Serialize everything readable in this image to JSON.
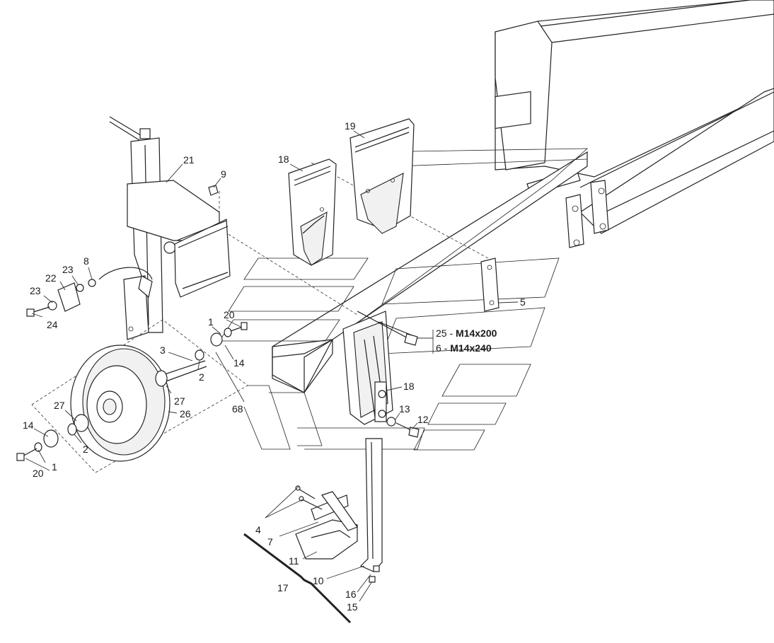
{
  "diagram": {
    "callouts": [
      {
        "id": "c21",
        "text": "21"
      },
      {
        "id": "c9",
        "text": "9"
      },
      {
        "id": "c18a",
        "text": "18"
      },
      {
        "id": "c19",
        "text": "19"
      },
      {
        "id": "c8",
        "text": "8"
      },
      {
        "id": "c23a",
        "text": "23"
      },
      {
        "id": "c22",
        "text": "22"
      },
      {
        "id": "c23b",
        "text": "23"
      },
      {
        "id": "c24",
        "text": "24"
      },
      {
        "id": "c20a",
        "text": "20"
      },
      {
        "id": "c1a",
        "text": "1"
      },
      {
        "id": "c14a",
        "text": "14"
      },
      {
        "id": "c3",
        "text": "3"
      },
      {
        "id": "c2a",
        "text": "2"
      },
      {
        "id": "c27a",
        "text": "27"
      },
      {
        "id": "c26",
        "text": "26"
      },
      {
        "id": "c68",
        "text": "68"
      },
      {
        "id": "c27b",
        "text": "27"
      },
      {
        "id": "c14b",
        "text": "14"
      },
      {
        "id": "c2b",
        "text": "2"
      },
      {
        "id": "c20b",
        "text": "20"
      },
      {
        "id": "c1b",
        "text": "1"
      },
      {
        "id": "c5",
        "text": "5"
      },
      {
        "id": "c18b",
        "text": "18"
      },
      {
        "id": "c13",
        "text": "13"
      },
      {
        "id": "c12",
        "text": "12"
      },
      {
        "id": "c4",
        "text": "4"
      },
      {
        "id": "c7",
        "text": "7"
      },
      {
        "id": "c11",
        "text": "11"
      },
      {
        "id": "c10",
        "text": "10"
      },
      {
        "id": "c17",
        "text": "17"
      },
      {
        "id": "c16",
        "text": "16"
      },
      {
        "id": "c15",
        "text": "15"
      }
    ],
    "bolt_specs": [
      {
        "ref": "25",
        "sep": " - ",
        "size": "M14x200"
      },
      {
        "ref": "6",
        "sep": " - ",
        "size": "M14x240"
      }
    ]
  }
}
